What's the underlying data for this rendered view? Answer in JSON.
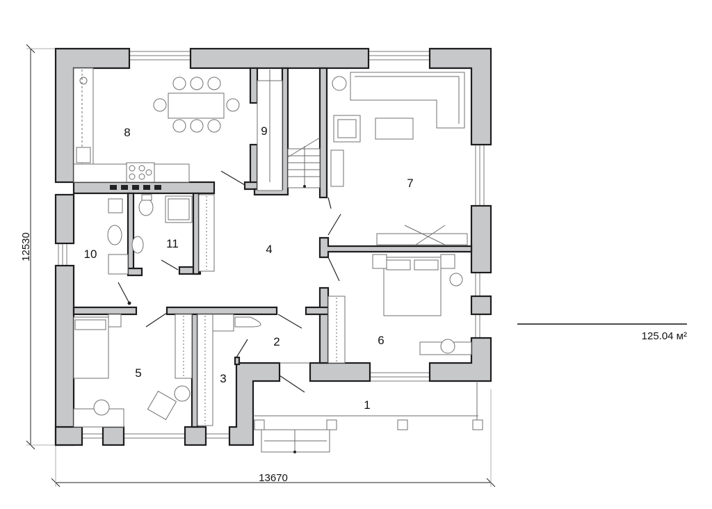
{
  "plan": {
    "width_dim": "13670",
    "height_dim": "12530",
    "area": "125.04 м²",
    "rooms": [
      {
        "num": "1"
      },
      {
        "num": "2"
      },
      {
        "num": "3"
      },
      {
        "num": "4"
      },
      {
        "num": "5"
      },
      {
        "num": "6"
      },
      {
        "num": "7"
      },
      {
        "num": "8"
      },
      {
        "num": "9"
      },
      {
        "num": "10"
      },
      {
        "num": "11"
      }
    ]
  }
}
